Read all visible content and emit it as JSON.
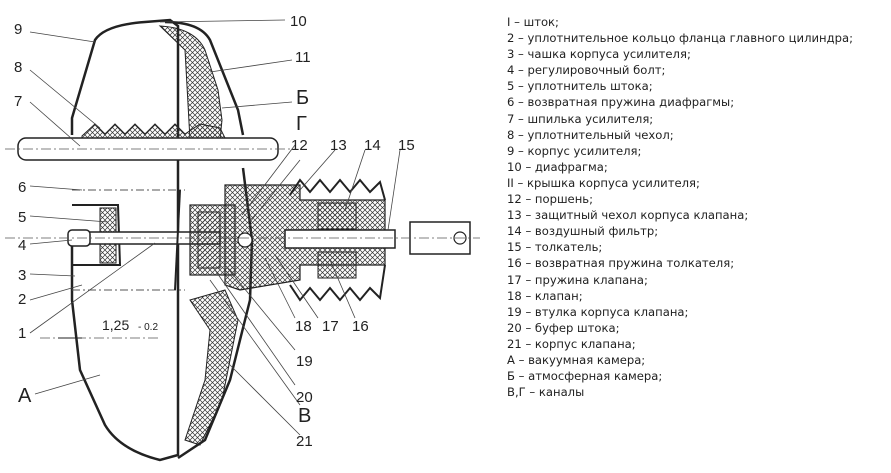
{
  "diagram": {
    "title_hidden": "",
    "callouts": [
      "1",
      "2",
      "3",
      "4",
      "5",
      "6",
      "7",
      "8",
      "9",
      "10",
      "11",
      "12",
      "13",
      "14",
      "15",
      "16",
      "17",
      "18",
      "19",
      "20",
      "21",
      "А",
      "Б",
      "В",
      "Г"
    ],
    "dimension": {
      "value": "1,25",
      "tolerance": "- 0.2"
    }
  },
  "legend": {
    "items": [
      "I – шток;",
      "2 – уплотнительное кольцо фланца главного цилиндра;",
      "3 – чашка корпуса усилителя;",
      "4 – регулировочный болт;",
      "5 – уплотнитель штока;",
      "6 – возвратная пружина диафрагмы;",
      "7 – шпилька усилителя;",
      "8 – уплотнительный чехол;",
      "9 – корпус усилителя;",
      "10 – диафрагма;",
      "II – крышка корпуса усилителя;",
      "12 – поршень;",
      "13 – защитный чехол корпуса клапана;",
      "14 – воздушный фильтр;",
      "15 – толкатель;",
      "16 – возвратная пружина толкателя;",
      "17 – пружина клапана;",
      "18 – клапан;",
      "19 – втулка корпуса клапана;",
      "20 – буфер штока;",
      "21 – корпус клапана;",
      "А – вакуумная камера;",
      "Б – атмосферная камера;",
      "В,Г – каналы"
    ]
  }
}
